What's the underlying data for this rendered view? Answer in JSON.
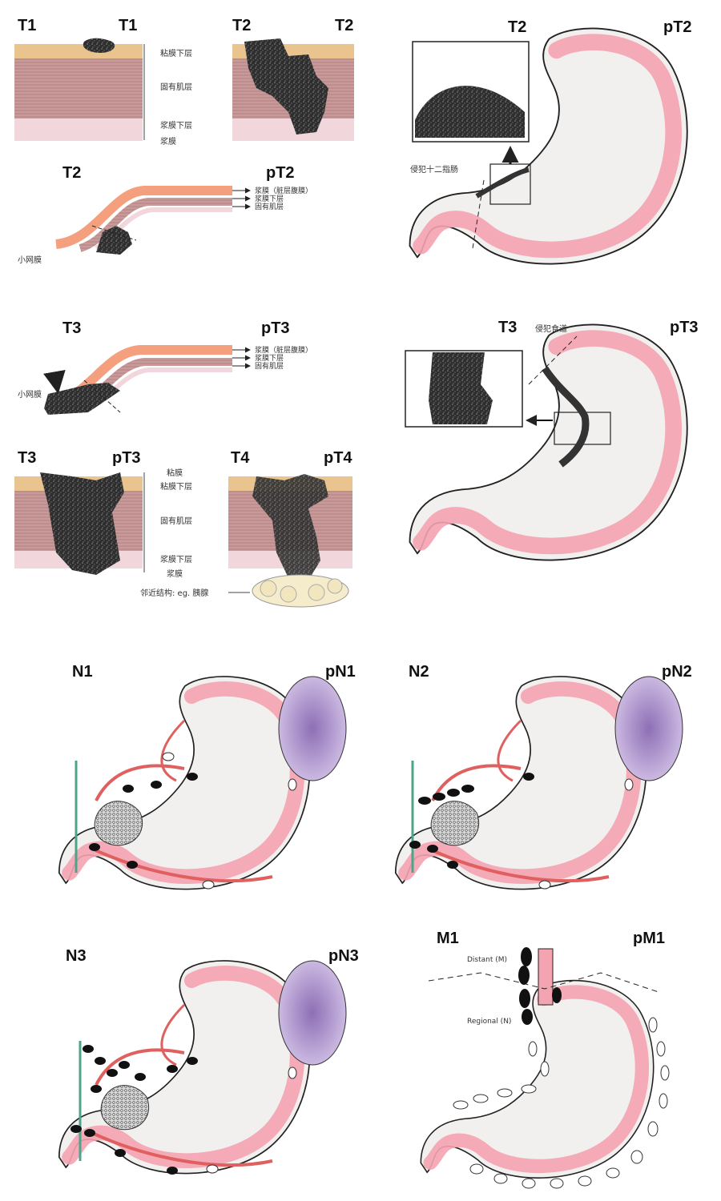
{
  "panels": {
    "t1_block": {
      "left_label": "T1",
      "right_label": "T1"
    },
    "t2_block": {
      "left_label": "T2",
      "right_label": "T2"
    },
    "layer_labels_top": [
      "粘膜下层",
      "固有肌层",
      "浆膜下层",
      "浆膜"
    ],
    "t2_wall": {
      "left_label": "T2",
      "right_label": "pT2",
      "omentum": "小网膜",
      "arrows": [
        "浆膜（脏层腹膜）",
        "浆膜下层",
        "固有肌层"
      ]
    },
    "t2_stomach": {
      "left_label": "T2",
      "right_label": "pT2",
      "callout": "侵犯十二指肠"
    },
    "t3_wall": {
      "left_label": "T3",
      "right_label": "pT3",
      "omentum": "小网膜",
      "arrows": [
        "浆膜（脏层腹膜）",
        "浆膜下层",
        "固有肌层"
      ]
    },
    "t3_stomach": {
      "left_label": "T3",
      "right_label": "pT3",
      "callout": "侵犯食道"
    },
    "t3_block": {
      "left_label": "T3",
      "right_label": "pT3"
    },
    "t4_block": {
      "left_label": "T4",
      "right_label": "pT4",
      "adjacent": "邻近结构: eg. 胰腺"
    },
    "layer_labels_bottom": [
      "粘膜",
      "粘膜下层",
      "固有肌层",
      "浆膜下层",
      "浆膜"
    ],
    "n1": {
      "left_label": "N1",
      "right_label": "pN1"
    },
    "n2": {
      "left_label": "N2",
      "right_label": "pN2"
    },
    "n3": {
      "left_label": "N3",
      "right_label": "pN3"
    },
    "m1": {
      "left_label": "M1",
      "right_label": "pM1",
      "distant": "Distant (M)",
      "regional": "Regional (N)"
    }
  },
  "colors": {
    "stomach_fill": "#f2f0ef",
    "stomach_wall": "#f4a3b0",
    "tumor": "#3a3a3a",
    "mucosa": "#e9c48f",
    "muscle": "#c99a9a",
    "serosa": "#f1d7dc",
    "spleen": "#b69ad0",
    "vessel": "#e06060"
  }
}
